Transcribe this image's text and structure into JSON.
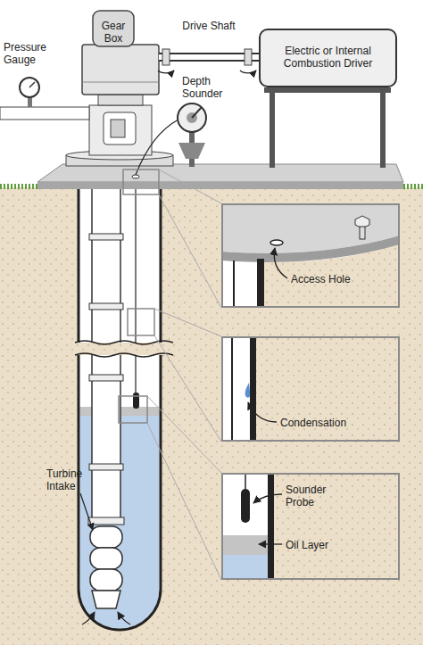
{
  "diagram": {
    "nodes": [
      {
        "text": [
          "Gear Box"
        ]
      },
      {
        "text": [
          "Electric or Internal Combustion Driver"
        ]
      },
      {
        "text": [
          "Access Hole"
        ]
      },
      {
        "text": [
          "Condensation"
        ]
      },
      {
        "text": [
          "Sounder Probe",
          "Oil Layer"
        ]
      }
    ],
    "edges": [
      {
        "from": 0,
        "to": 1,
        "label": "Drive Shaft",
        "arrow": "none"
      }
    ],
    "labels": [
      "Pressure Gauge",
      "Depth Sounder",
      "Turbine Intake"
    ]
  }
}
